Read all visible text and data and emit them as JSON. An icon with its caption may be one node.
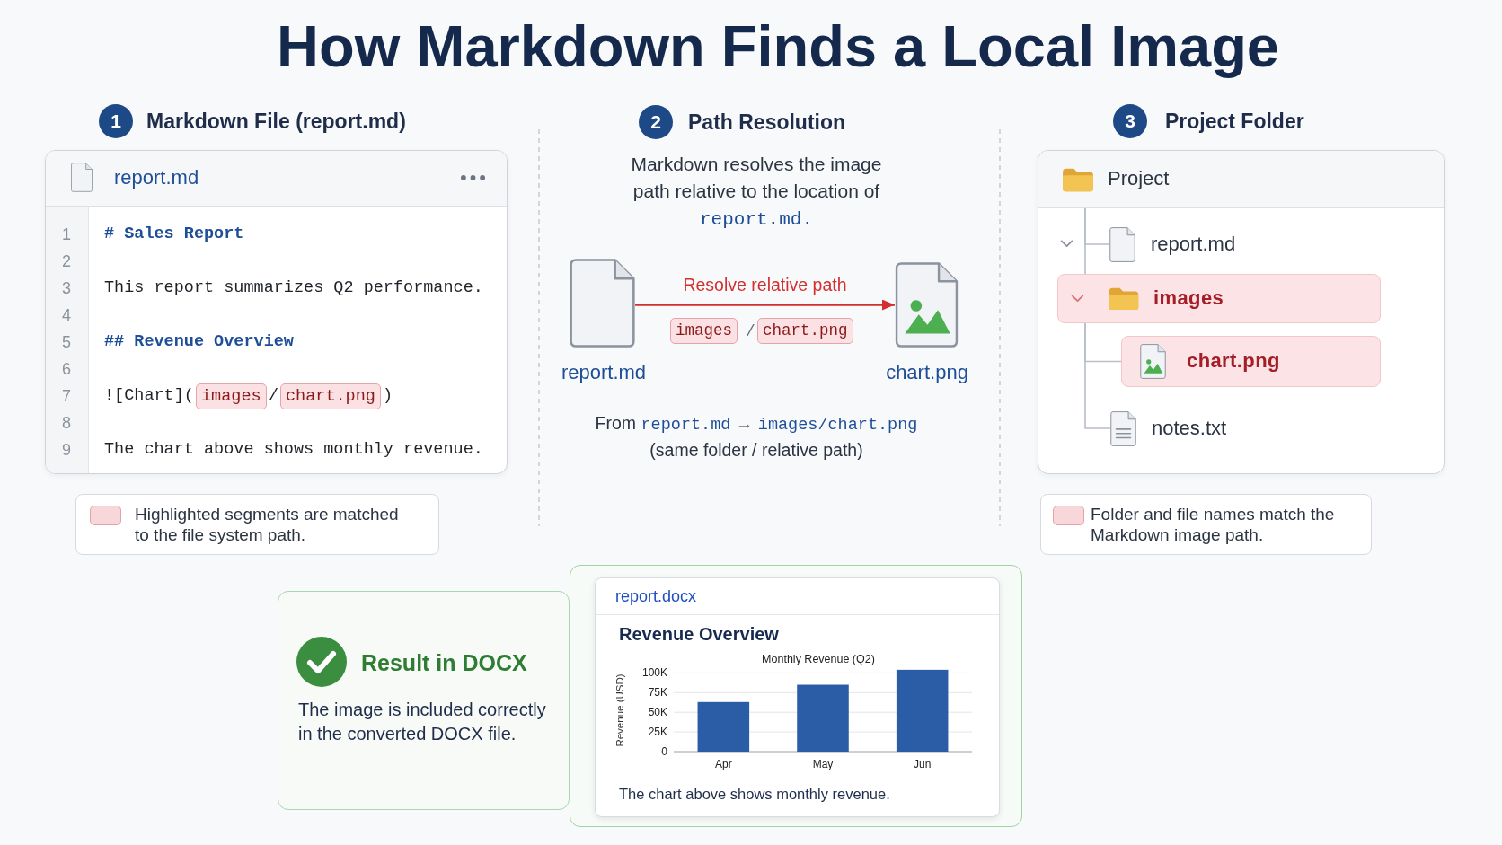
{
  "diagram": {
    "title": "How Markdown Finds a Local Image",
    "nodes": [
      {
        "text": [
          "1"
        ],
        "beside": [
          "Markdown File (report.md)"
        ]
      },
      {
        "text": [
          "1",
          "# Sales Report",
          "2",
          "3",
          "This report summarizes Q2 performance.",
          "4",
          "5",
          "## Revenue Overview",
          "6",
          "7",
          "![Chart](",
          "/",
          ")",
          "8",
          "9",
          "The chart above shows monthly revenue."
        ]
      },
      {
        "text": [
          "report.md"
        ],
        "in": 1
      },
      {
        "text": [
          "images"
        ],
        "in": 1
      },
      {
        "text": [
          "chart.png"
        ],
        "in": 1
      },
      {
        "text": [
          "2"
        ],
        "beside": [
          "Path Resolution"
        ]
      },
      {
        "text": [],
        "shape": "picture",
        "beside": [
          "report.md"
        ]
      },
      {
        "text": [],
        "shape": "picture",
        "beside": [
          "chart.png"
        ]
      },
      {
        "text": [
          "images"
        ]
      },
      {
        "text": [
          "chart.png"
        ]
      },
      {
        "text": [
          "3"
        ],
        "beside": [
          "Project Folder"
        ]
      },
      {
        "text": [],
        "shape": "box"
      },
      {
        "text": [
          "Project"
        ],
        "in": 11
      },
      {
        "text": [
          "report.md"
        ],
        "in": 11
      },
      {
        "text": [
          "images"
        ],
        "in": 11
      },
      {
        "text": [
          "chart.png"
        ],
        "in": 11
      },
      {
        "text": [
          "notes.txt"
        ],
        "in": 11
      },
      {
        "text": [
          "Result in DOCX",
          "The image is included correctly in the converted DOCX file."
        ]
      },
      {
        "text": [],
        "shape": "box"
      },
      {
        "text": [
          "report.docx",
          "Revenue Overview",
          "The chart above shows monthly revenue."
        ],
        "in": 18
      }
    ],
    "edges": [
      {
        "from": 6,
        "to": 7,
        "arrow": "to",
        "label": "Resolve relative path",
        "color": "#d32f2f"
      },
      {
        "from": 12,
        "to": 13,
        "arrow": "none"
      },
      {
        "from": 12,
        "to": 14,
        "arrow": "none"
      },
      {
        "from": 14,
        "to": 15,
        "arrow": "none"
      },
      {
        "from": 14,
        "to": 16,
        "arrow": "none"
      }
    ],
    "labels": [
      "Markdown resolves the image path relative to the location of report.md.",
      "/",
      "From report.md → images/chart.png",
      "(same folder / relative path)"
    ],
    "legend": [
      {
        "text": "Highlighted segments are matched to the file system path.",
        "color": "#f8d7da"
      },
      {
        "text": "Folder and file names match the Markdown image path.",
        "color": "#f8d7da"
      }
    ],
    "chart_data": {
      "type": "bar",
      "title": "Monthly Revenue (Q2)",
      "ylabel": "Revenue (USD)",
      "categories": [
        "Apr",
        "May",
        "Jun"
      ],
      "series": [
        {
          "color": "#2b5ca6",
          "values": [
            63000,
            85000,
            104000
          ]
        }
      ],
      "ylim": [
        0,
        105000
      ],
      "yticks": [
        0,
        {
          "value": 25000,
          "label": "25K"
        },
        {
          "value": 50000,
          "label": "50K"
        },
        {
          "value": 75000,
          "label": "75K"
        },
        {
          "value": 100000,
          "label": "100K"
        }
      ],
      "grid": true
    }
  }
}
